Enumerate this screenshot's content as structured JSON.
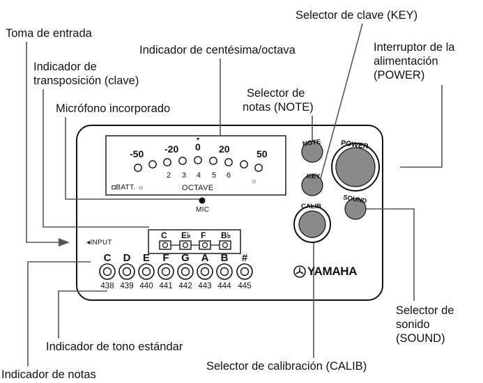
{
  "callouts": {
    "input_jack": "Toma de entrada",
    "cent_meter": "Indicador de centésima/octava",
    "transpose_line1": "Indicador de",
    "transpose_line2": "transposición (clave)",
    "mic": "Micrófono incorporado",
    "note_sel_line1": "Selector de",
    "note_sel_line2": "notas (NOTE)",
    "key_sel": "Selector de clave (KEY)",
    "power_line1": "Interruptor de la",
    "power_line2": "alimentación",
    "power_line3": "(POWER)",
    "std_pitch": "Indicador de tono estándar",
    "note_ind": "Indicador de notas",
    "calib_sel": "Selector de calibración (CALIB)",
    "sound_line1": "Selector de",
    "sound_line2": "sonido",
    "sound_line3": "(SOUND)"
  },
  "device": {
    "meter_scale": [
      "-50",
      "-20",
      "0",
      "20",
      "50"
    ],
    "octave_numbers": [
      "2",
      "3",
      "4",
      "5",
      "6"
    ],
    "octave_label": "OCTAVE",
    "batt_label": "BATT.",
    "mic_label": "MIC",
    "input_label": "◂INPUT",
    "transpose_keys": [
      "C",
      "E♭",
      "F",
      "B♭"
    ],
    "notes": [
      "C",
      "D",
      "E",
      "F",
      "G",
      "A",
      "B",
      "#"
    ],
    "std_pitches": [
      "438",
      "439",
      "440",
      "441",
      "442",
      "443",
      "444",
      "445"
    ],
    "buttons": {
      "note": "NOTE",
      "key": "KEY",
      "power": "POWER",
      "sound": "SOUND",
      "calib": "CALIB"
    },
    "brand": "YAMAHA"
  },
  "colors": {
    "button_fill": "#8a8a8a",
    "line": "#111111",
    "leader": "#555555"
  }
}
